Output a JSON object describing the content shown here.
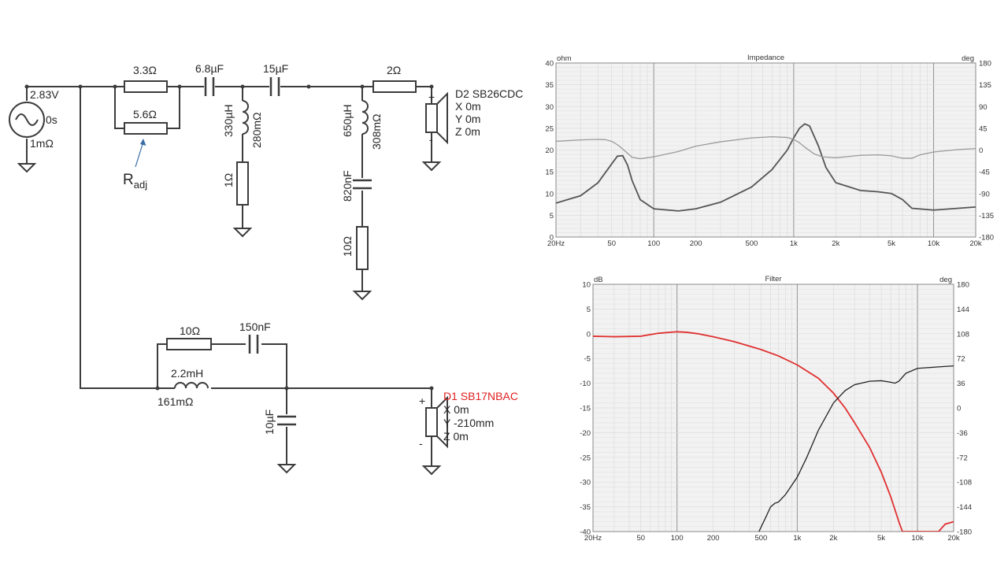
{
  "schematic": {
    "source": {
      "voltage": "2.83V",
      "delay": "0s",
      "resistance": "1mΩ"
    },
    "tweeter_branch": {
      "r1": "3.3Ω",
      "r2": "5.6Ω",
      "c1": "6.8µF",
      "c2": "15µF",
      "l1": "330µH",
      "l1_r": "280mΩ",
      "r3": "1Ω",
      "l2": "650µH",
      "l2_r": "308mΩ",
      "c3": "820nF",
      "r4": "10Ω",
      "r5": "2Ω"
    },
    "woofer_branch": {
      "r1": "10Ω",
      "c1": "150nF",
      "l1": "2.2mH",
      "l1_r": "161mΩ",
      "c2": "10µF"
    },
    "driver_d2": {
      "name": "D2 SB26CDC",
      "x": "X 0m",
      "y": "Y 0m",
      "z": "Z 0m"
    },
    "driver_d1": {
      "name": "D1 SB17NBAC",
      "x": "X 0m",
      "y": "Y -210mm",
      "z": "Z 0m"
    },
    "annotation": {
      "main": "R",
      "sub": "adj"
    },
    "polarity": {
      "plus": "+",
      "minus": "-"
    },
    "colors": {
      "wire": "#3c3c3c",
      "driver_d1_label": "#e02020"
    }
  },
  "chart_data": [
    {
      "type": "line",
      "title": "Impedance",
      "left_unit": "ohm",
      "right_unit": "deg",
      "x_scale": "log",
      "xlim": [
        20,
        20000
      ],
      "ylim": [
        0,
        40
      ],
      "y2lim": [
        -180,
        180
      ],
      "x_ticks": [
        20,
        50,
        100,
        200,
        500,
        1000,
        2000,
        5000,
        10000,
        20000
      ],
      "x_tick_labels": [
        "20Hz",
        "50",
        "100",
        "200",
        "500",
        "1k",
        "2k",
        "5k",
        "10k",
        "20k"
      ],
      "y_ticks": [
        0,
        5,
        10,
        15,
        20,
        25,
        30,
        35,
        40
      ],
      "y2_ticks": [
        -180,
        -135,
        -90,
        -45,
        0,
        45,
        90,
        135,
        180
      ],
      "grid": true,
      "series": [
        {
          "axis": "left",
          "color": "#555555",
          "x": [
            20,
            30,
            40,
            50,
            55,
            60,
            65,
            70,
            80,
            100,
            150,
            200,
            300,
            500,
            700,
            900,
            1000,
            1100,
            1200,
            1300,
            1500,
            1700,
            2000,
            3000,
            4000,
            5000,
            6000,
            7000,
            10000,
            15000,
            20000
          ],
          "values": [
            7.8,
            9.5,
            12.5,
            16.8,
            18.6,
            18.7,
            16.5,
            13.0,
            8.6,
            6.5,
            6.0,
            6.5,
            8.0,
            11.5,
            15.5,
            20.0,
            22.8,
            25.0,
            26.0,
            25.5,
            21.0,
            16.0,
            12.5,
            10.7,
            10.4,
            10.0,
            8.6,
            6.6,
            6.2,
            6.6,
            6.9
          ]
        },
        {
          "axis": "right",
          "color": "#9a9a9a",
          "x": [
            20,
            30,
            40,
            45,
            50,
            55,
            60,
            70,
            80,
            100,
            150,
            200,
            300,
            500,
            700,
            900,
            1000,
            1100,
            1200,
            1400,
            1600,
            2000,
            3000,
            4000,
            5000,
            6000,
            7000,
            8000,
            10000,
            15000,
            20000
          ],
          "values": [
            18,
            21,
            22,
            21.5,
            18,
            11,
            2,
            -15,
            -18,
            -14,
            -3,
            8,
            17,
            25,
            27.5,
            26,
            22,
            15,
            6,
            -8,
            -14,
            -16,
            -11,
            -10,
            -12,
            -17,
            -17,
            -10,
            -4,
            1,
            3
          ]
        }
      ]
    },
    {
      "type": "line",
      "title": "Filter",
      "left_unit": "dB",
      "right_unit": "deg",
      "x_scale": "log",
      "xlim": [
        20,
        20000
      ],
      "ylim": [
        -40,
        10
      ],
      "y2lim": [
        -180,
        180
      ],
      "x_ticks": [
        20,
        50,
        100,
        200,
        500,
        1000,
        2000,
        5000,
        10000,
        20000
      ],
      "x_tick_labels": [
        "20Hz",
        "50",
        "100",
        "200",
        "500",
        "1k",
        "2k",
        "5k",
        "10k",
        "20k"
      ],
      "y_ticks": [
        10,
        5,
        0,
        -5,
        -10,
        -15,
        -20,
        -25,
        -30,
        -35,
        -40
      ],
      "y2_ticks": [
        180,
        144,
        108,
        72,
        36,
        0,
        -36,
        -72,
        -108,
        -144,
        -180
      ],
      "grid": true,
      "series": [
        {
          "axis": "left",
          "color": "#e03030",
          "x": [
            20,
            30,
            50,
            70,
            100,
            120,
            150,
            200,
            300,
            500,
            700,
            1000,
            1500,
            2000,
            2500,
            3000,
            4000,
            5000,
            6000,
            7000,
            7500,
            15000,
            17000,
            20000
          ],
          "values": [
            -0.5,
            -0.6,
            -0.5,
            0.1,
            0.4,
            0.3,
            0,
            -0.6,
            -1.6,
            -3.2,
            -4.5,
            -6.3,
            -9.0,
            -12.0,
            -15.0,
            -18.0,
            -23.0,
            -28.0,
            -33.0,
            -38.0,
            -40.0,
            -40.0,
            -38.5,
            -38.0
          ]
        },
        {
          "axis": "left",
          "color": "#222222",
          "x": [
            480,
            550,
            600,
            650,
            700,
            800,
            1000,
            1200,
            1500,
            2000,
            2500,
            3000,
            4000,
            5000,
            6000,
            6500,
            7000,
            8000,
            10000,
            15000,
            20000
          ],
          "values": [
            -40,
            -37,
            -35,
            -34.3,
            -34,
            -32.5,
            -29,
            -25,
            -19.5,
            -14,
            -11.5,
            -10.3,
            -9.6,
            -9.5,
            -9.8,
            -10,
            -9.6,
            -8,
            -7,
            -6.7,
            -6.5
          ]
        }
      ]
    }
  ]
}
